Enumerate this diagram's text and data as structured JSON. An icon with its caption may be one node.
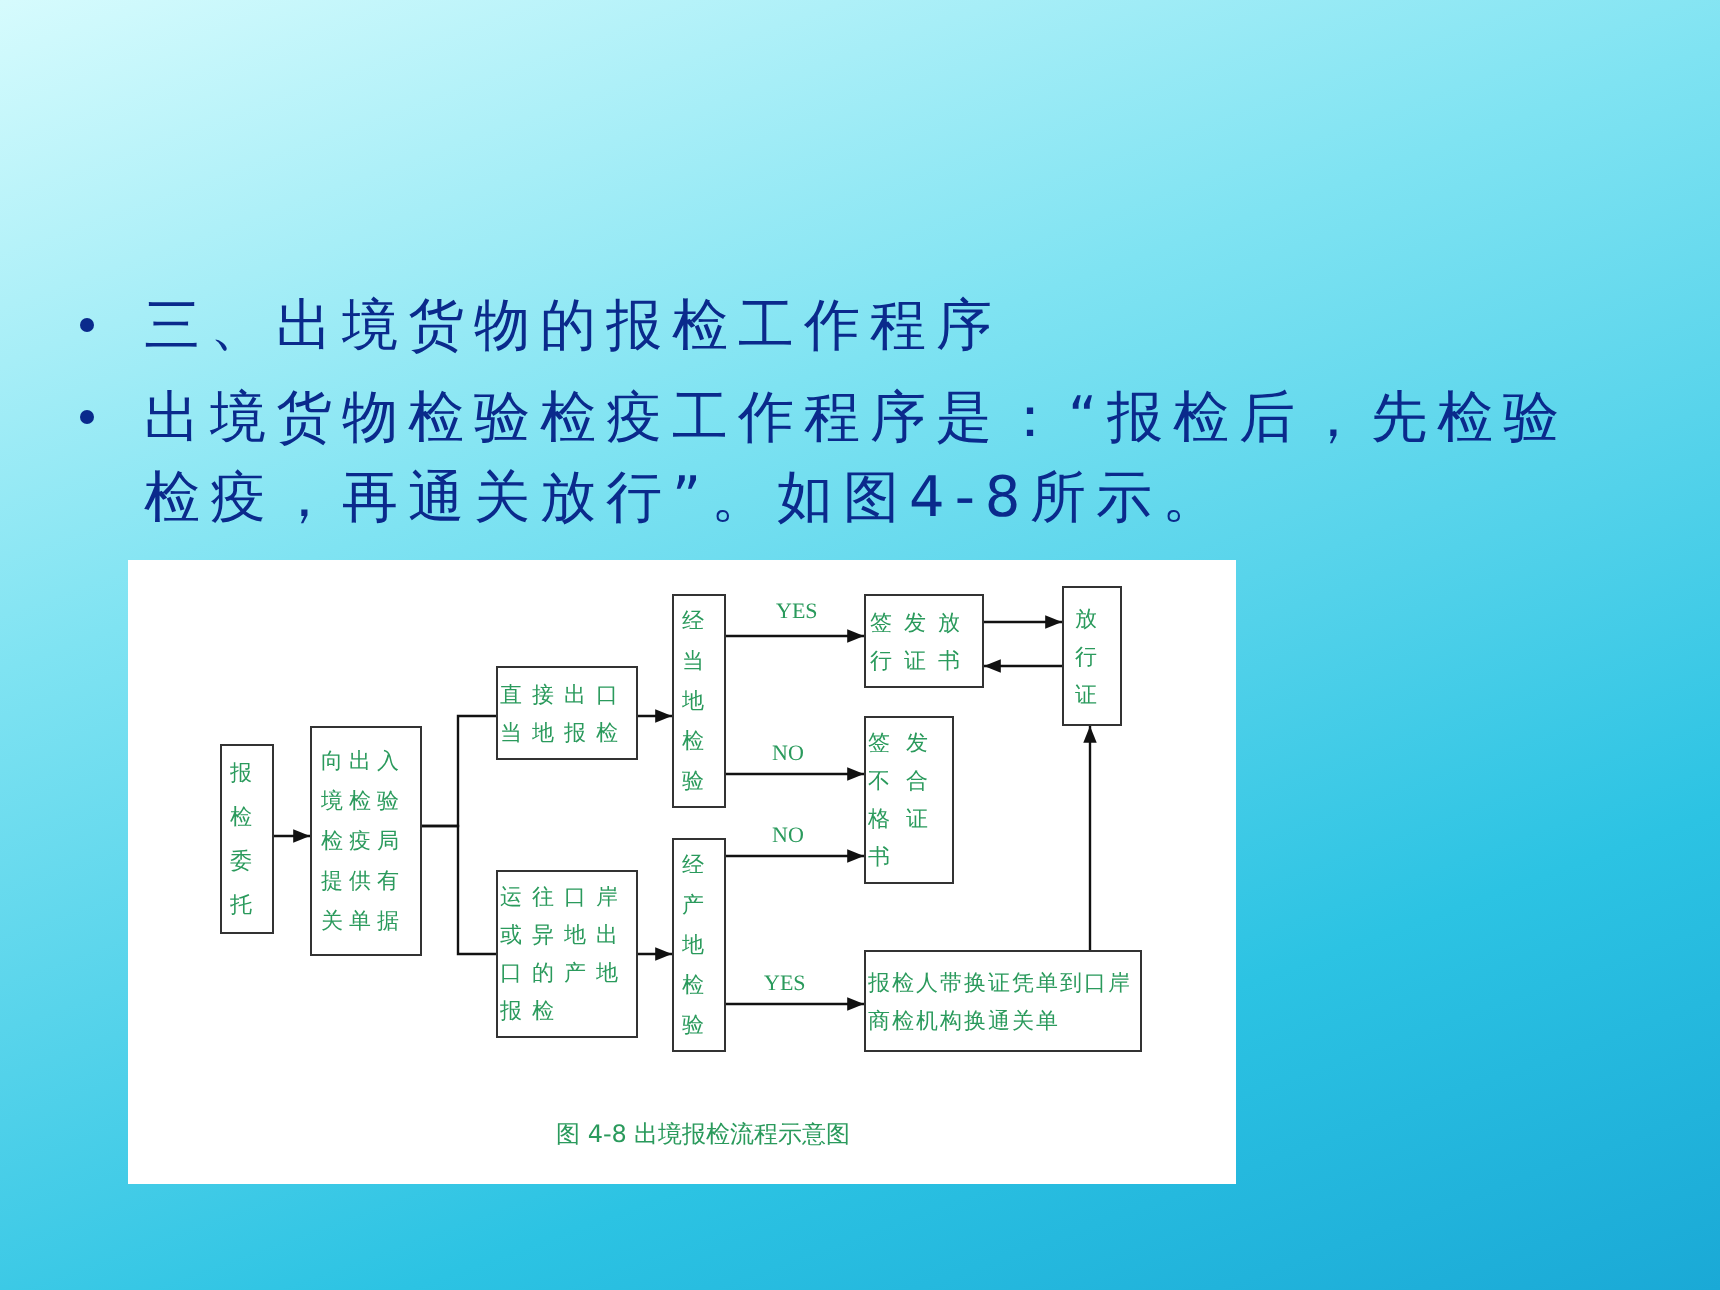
{
  "diagram": {
    "title": "三、出境货物的报检工作程序",
    "caption": "图 4-8 出境报检流程示意图",
    "nodes": [
      {
        "text": [
          "报检委托"
        ]
      },
      {
        "text": [
          "向出入境检验检疫局提供有关单据"
        ]
      },
      {
        "text": [
          "直接出口当地报检"
        ]
      },
      {
        "text": [
          "运往口岸或异地出口的产地报检"
        ]
      },
      {
        "text": [
          "经当地检验"
        ]
      },
      {
        "text": [
          "经产地检验"
        ]
      },
      {
        "text": [
          "签发放行证书"
        ]
      },
      {
        "text": [
          "签发不合格证书"
        ]
      },
      {
        "text": [
          "放行证"
        ]
      },
      {
        "text": [
          "报检人带换证凭单到口岸商检机构换通关单"
        ]
      }
    ],
    "edges": [
      {
        "from": 0,
        "to": 1,
        "arrow": "to"
      },
      {
        "from": 1,
        "to": 2,
        "arrow": "none"
      },
      {
        "from": 1,
        "to": 3,
        "arrow": "none"
      },
      {
        "from": 2,
        "to": 4,
        "arrow": "to"
      },
      {
        "from": 3,
        "to": 5,
        "arrow": "to"
      },
      {
        "from": 4,
        "to": 6,
        "arrow": "to",
        "label": "YES"
      },
      {
        "from": 4,
        "to": 7,
        "arrow": "to",
        "label": "NO"
      },
      {
        "from": 5,
        "to": 7,
        "arrow": "to",
        "label": "NO"
      },
      {
        "from": 5,
        "to": 9,
        "arrow": "to",
        "label": "YES"
      },
      {
        "from": 6,
        "to": 8,
        "arrow": "to"
      },
      {
        "from": 8,
        "to": 6,
        "arrow": "to"
      },
      {
        "from": 9,
        "to": 8,
        "arrow": "to"
      }
    ],
    "labels": [
      "出境货物检验检疫工作程序是：“报检后，先检验检疫，再通关放行”。如图4-8所示。"
    ]
  }
}
